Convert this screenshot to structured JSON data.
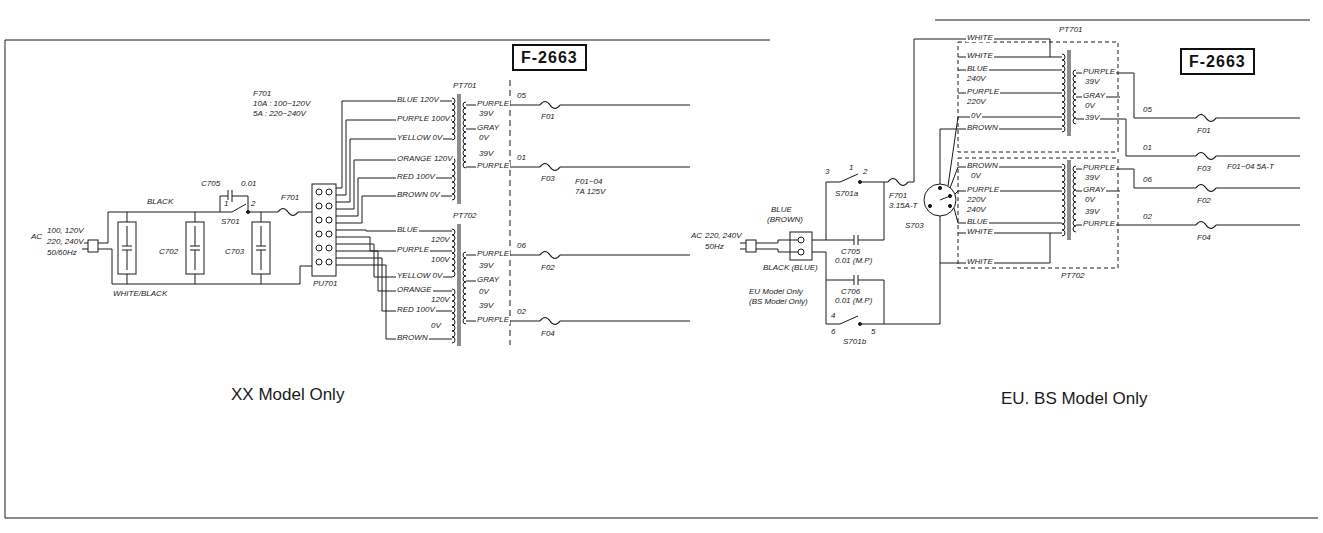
{
  "diagram": {
    "nodes": [
      {
        "text": [
          "F-2663"
        ]
      },
      {
        "text": [
          "F-2663"
        ]
      }
    ],
    "labels": [
      "AC",
      "100, 120V",
      "220, 240V",
      "50/60Hz",
      "BLACK",
      "WHITE/BLACK",
      "C705",
      "0.01",
      "1",
      "2",
      "S701",
      "C702",
      "C703",
      "F701",
      "F701",
      "10A : 100~120V",
      "5A : 220~240V",
      "PU701",
      "BLUE 120V",
      "PURPLE 100V",
      "YELLOW 0V",
      "ORANGE 120V",
      "RED 100V",
      "BROWN 0V",
      "PT701",
      "PURPLE",
      "39V",
      "GRAY",
      "0V",
      "39V",
      "PURPLE",
      "05",
      "01",
      "F01",
      "F03",
      "F01~04",
      "7A 125V",
      "BLUE",
      "120V",
      "PURPLE",
      "100V",
      "YELLOW 0V",
      "ORANGE",
      "120V",
      "RED 100V",
      "0V",
      "BROWN",
      "PT702",
      "PURPLE",
      "39V",
      "GRAY",
      "0V",
      "39V",
      "PURPLE",
      "06",
      "02",
      "F02",
      "F04",
      "XX Model Only",
      "AC",
      "220, 240V",
      "50Hz",
      "BLUE",
      "(BROWN)",
      "BLACK (BLUE)",
      "1",
      "3",
      "2",
      "S701a",
      "F701",
      "3.15A-T",
      "C705",
      "0.01 (M.P)",
      "C706",
      "0.01 (M.P)",
      "EU Model Only",
      "(BS Model Only)",
      "4",
      "6",
      "5",
      "S701b",
      "PT701",
      "WHITE",
      "WHITE",
      "BLUE",
      "240V",
      "PURPLE",
      "220V",
      "0V",
      "BROWN",
      "PURPLE",
      "39V",
      "GRAY",
      "0V",
      "39V",
      "05",
      "01",
      "F01",
      "F03",
      "F01~04 5A-T",
      "06",
      "F02",
      "02",
      "F04",
      "BROWN",
      "0V",
      "PURPLE",
      "220V",
      "240V",
      "BLUE",
      "WHITE",
      "PURPLE",
      "39V",
      "GRAY",
      "0V",
      "39V",
      "PURPLE",
      "WHITE",
      "PT702",
      "S703",
      "EU. BS Model Only"
    ]
  }
}
